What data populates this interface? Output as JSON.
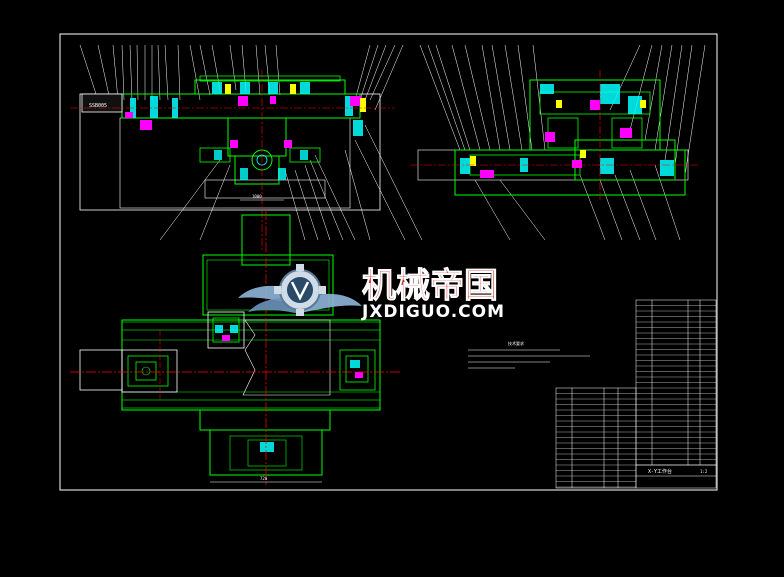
{
  "drawing": {
    "top_left_code": "SSB005",
    "dim_top_width": "1000",
    "dim_bottom_width": "720",
    "notes_title": "技术要求",
    "title_block_name": "X-Y工作台",
    "title_block_scale": "1:2"
  },
  "watermark": {
    "cn": "机械帝国",
    "en": "JXDIGUO.COM"
  },
  "colors": {
    "background": "#000000",
    "frame": "#ffffff",
    "outline": "#00ff00",
    "center": "#ff0000",
    "hidden": "#ffff00",
    "hatch": "#00ffff",
    "part": "#ff00ff",
    "watermark_red": "#d8231a",
    "watermark_steel": "#8fb6d9"
  }
}
